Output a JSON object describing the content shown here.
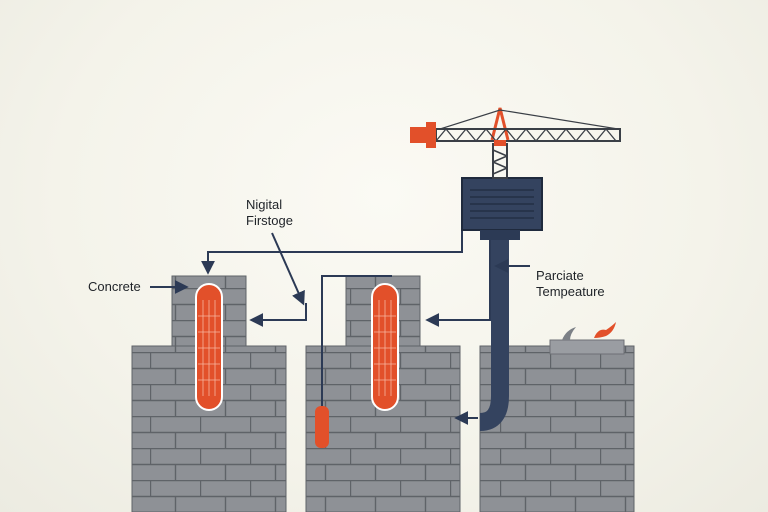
{
  "labels": {
    "concrete": "Concrete",
    "digital_line1": "Nigital",
    "digital_line2": "Firstoge",
    "temp_line1": "Parciate",
    "temp_line2": "Tempeature"
  },
  "colors": {
    "brick": "#8e9196",
    "mortar": "#5f6368",
    "heater": "#e2502a",
    "pipe": "#34435f",
    "arrow": "#2c3a55",
    "crane_red": "#e2502a",
    "crane_steel": "#3a3f46"
  },
  "icons": [
    "concrete-pillar",
    "heating-element",
    "monitor-unit",
    "tower-crane",
    "flame-icon",
    "probe-sensor"
  ]
}
